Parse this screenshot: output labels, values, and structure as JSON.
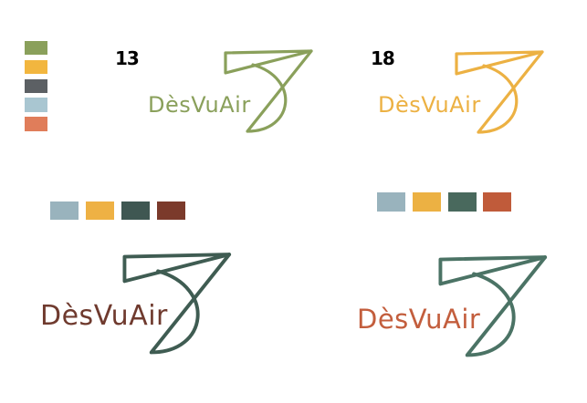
{
  "palettes": {
    "vertical": [
      "#8aa05b",
      "#f2b63f",
      "#5c6064",
      "#a9c6d1",
      "#e07d5a"
    ],
    "row_a": [
      "#99b3bd",
      "#eeb144",
      "#3f5752",
      "#7b3a2b"
    ],
    "row_b": [
      "#99b3bd",
      "#ecb143",
      "#49695d",
      "#c05b3a"
    ]
  },
  "variants": [
    {
      "number": "13",
      "wordmark": "DèsVuAir",
      "text_color": "#8aa05b",
      "mark_color": "#8aa05b"
    },
    {
      "number": "18",
      "wordmark": "DèsVuAir",
      "text_color": "#ecb143",
      "mark_color": "#ecb143"
    },
    {
      "number": "",
      "wordmark": "DèsVuAir",
      "text_color": "#6f3a2e",
      "mark_color": "#3f5c52"
    },
    {
      "number": "",
      "wordmark": "DèsVuAir",
      "text_color": "#c35e3d",
      "mark_color": "#4b7365"
    }
  ]
}
